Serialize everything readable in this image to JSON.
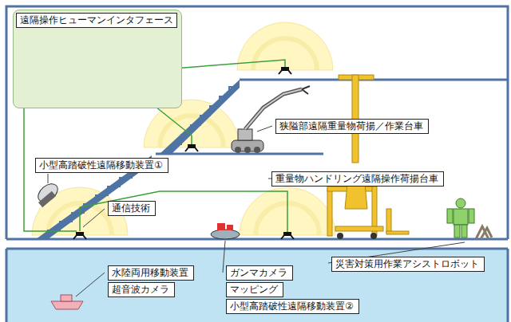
{
  "diagram": {
    "nodes": [
      {
        "text": [
          "遠隔操作ヒューマンインタフェース"
        ]
      },
      {
        "text": [
          "狭隘部遠隔重量物荷揚／作業台車"
        ]
      },
      {
        "text": [
          "小型高踏破性遠隔移動装置①"
        ]
      },
      {
        "text": [
          "重量物ハンドリング遠隔操作荷揚台車"
        ]
      },
      {
        "text": [
          "通信技術"
        ]
      },
      {
        "text": [
          "災害対策用作業アシストロボット"
        ]
      },
      {
        "text": [
          "水陸両用移動装置"
        ]
      },
      {
        "text": [
          "超音波カメラ"
        ]
      },
      {
        "text": [
          "ガンマカメラ"
        ]
      },
      {
        "text": [
          "マッピング"
        ]
      },
      {
        "text": [
          "小型高踏破性遠隔移動装置②"
        ]
      }
    ]
  }
}
